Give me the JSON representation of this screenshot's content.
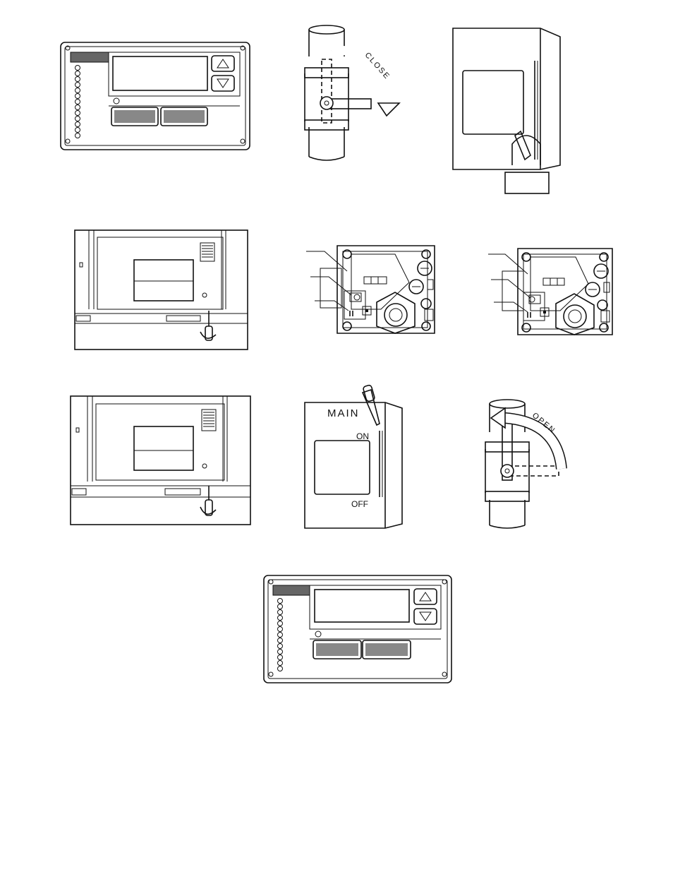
{
  "labels": {
    "close": "CLOSE",
    "open": "OPEN",
    "main": "MAIN",
    "on": "ON",
    "off": "OFF"
  },
  "icons": {
    "up": "triangle-up-icon",
    "down": "triangle-down-icon"
  }
}
